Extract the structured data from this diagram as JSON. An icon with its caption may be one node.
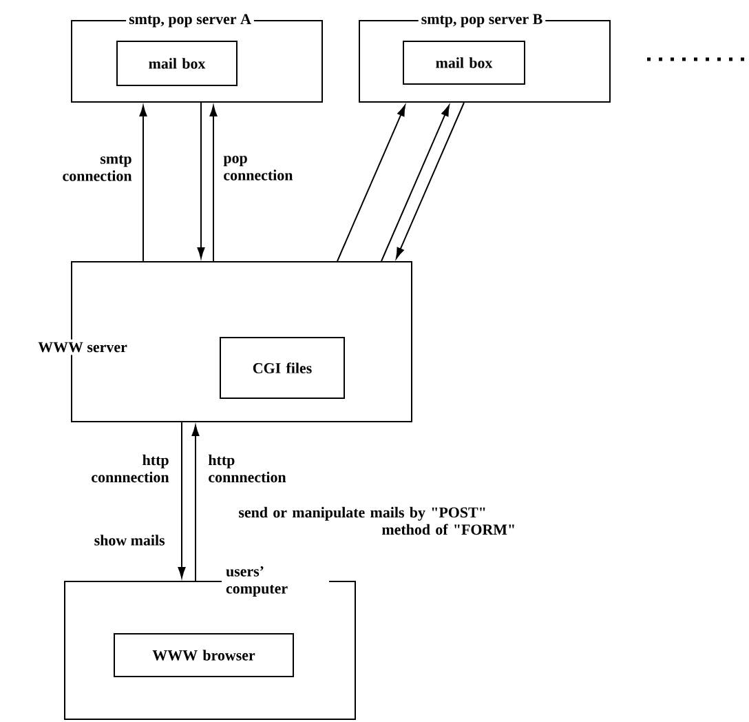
{
  "diagram": {
    "nodes": [
      {
        "text": [
          "smtp, pop server A"
        ]
      },
      {
        "text": [
          "mail box"
        ],
        "in": 0
      },
      {
        "text": [
          "smtp, pop server B"
        ]
      },
      {
        "text": [
          "mail box"
        ],
        "in": 2
      },
      {
        "text": [
          "WWW server"
        ]
      },
      {
        "text": [
          "CGI files"
        ],
        "in": 4
      },
      {
        "text": [
          "users’ computer"
        ]
      },
      {
        "text": [
          "WWW browser"
        ],
        "in": 6
      }
    ],
    "edges": [
      {
        "from": 4,
        "to": 0,
        "arrow": "to",
        "label": "smtp connection"
      },
      {
        "from": 0,
        "to": 4,
        "arrow": "to"
      },
      {
        "from": 4,
        "to": 0,
        "arrow": "to",
        "label": "pop connection"
      },
      {
        "from": 4,
        "to": 2,
        "arrow": "to"
      },
      {
        "from": 4,
        "to": 2,
        "arrow": "to"
      },
      {
        "from": 2,
        "to": 4,
        "arrow": "to"
      },
      {
        "from": 4,
        "to": 6,
        "arrow": "to",
        "label": "http connnection"
      },
      {
        "from": 6,
        "to": 4,
        "arrow": "to",
        "label": "http connnection"
      }
    ],
    "labels": [
      "show mails",
      "send or manipulate mails by \"POST\" method of \"FORM\""
    ]
  }
}
